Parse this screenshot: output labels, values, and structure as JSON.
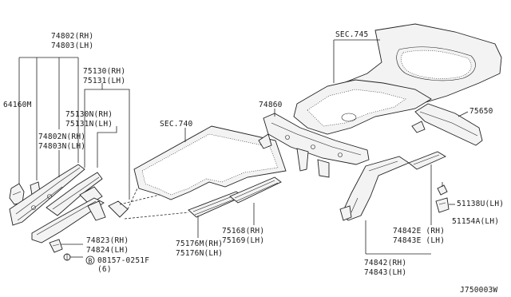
{
  "callouts": {
    "c74802_rh": "74802(RH)",
    "c74803_lh": "74803(LH)",
    "c75130_rh": "75130(RH)",
    "c75131_lh": "75131(LH)",
    "c64160m": "64160M",
    "c75130n_rh": "75130N(RH)",
    "c75131n_lh": "75131N(LH)",
    "c74802n_rh": "74802N(RH)",
    "c74803n_lh": "74803N(LH)",
    "c74823_rh": "74823(RH)",
    "c74824_lh": "74824(LH)",
    "c08157": "08157-0251F",
    "c08157_qty": "(6)",
    "bolt_marker": "B",
    "sec740": "SEC.740",
    "c75176m_rh": "75176M(RH)",
    "c75176n_lh": "75176N(LH)",
    "c75168_rh": "75168(RH)",
    "c75169_lh": "75169(LH)",
    "sec745": "SEC.745",
    "c74860": "74860",
    "c75650": "75650",
    "c51138u_lh": "51138U(LH)",
    "c51154a_lh": "51154A(LH)",
    "c74842e_rh": "74842E (RH)",
    "c74843e_lh": "74843E (LH)",
    "c74842_rh": "74842(RH)",
    "c74843_lh": "74843(LH)",
    "diagram_code": "J750003W"
  }
}
